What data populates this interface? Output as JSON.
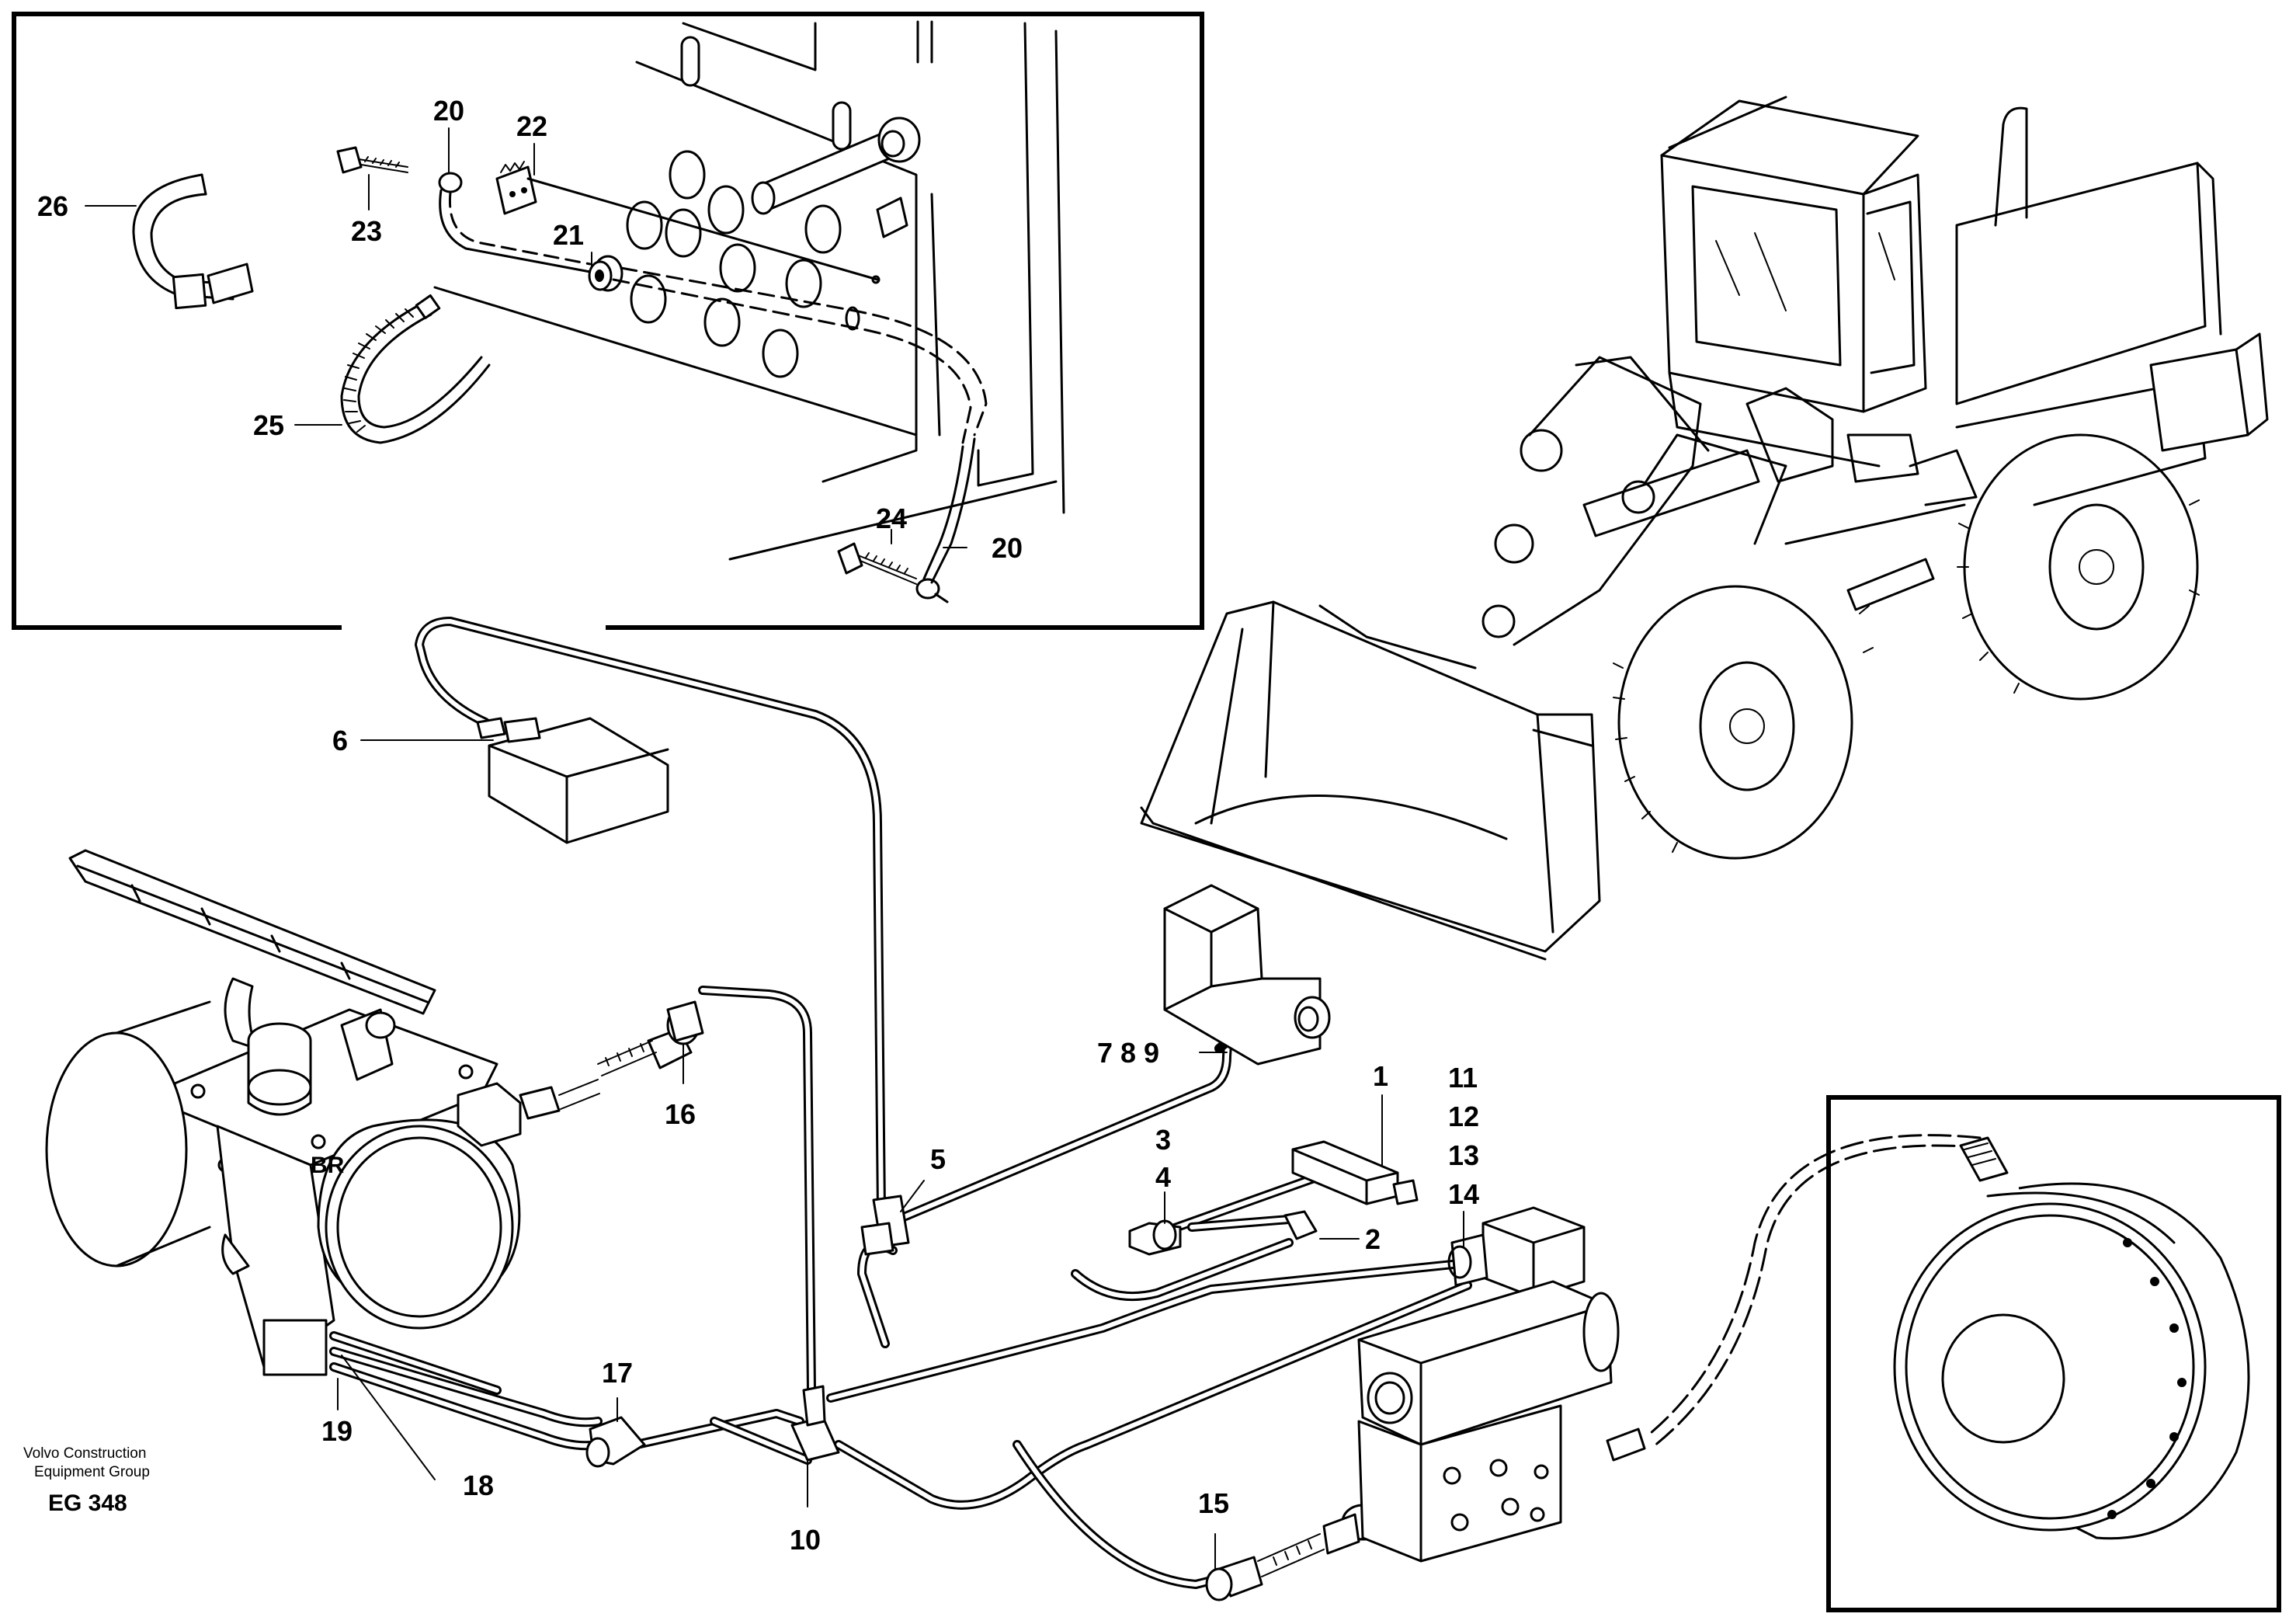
{
  "callouts": {
    "c1": "1",
    "c2": "2",
    "c3": "3",
    "c4": "4",
    "c5": "5",
    "c6": "6",
    "c789": "7 8 9",
    "c10": "10",
    "c11": "11",
    "c12": "12",
    "c13": "13",
    "c14": "14",
    "c15": "15",
    "c16": "16",
    "c17": "17",
    "c18": "18",
    "c19": "19",
    "c20a": "20",
    "c20b": "20",
    "c21": "21",
    "c22": "22",
    "c23": "23",
    "c24": "24",
    "c25": "25",
    "c26": "26"
  },
  "footer": {
    "company_line1": "Volvo Construction",
    "company_line2": "Equipment Group",
    "drawing_code": "EG 348"
  },
  "parts_text": {
    "brake_valve_marking": "BR"
  }
}
